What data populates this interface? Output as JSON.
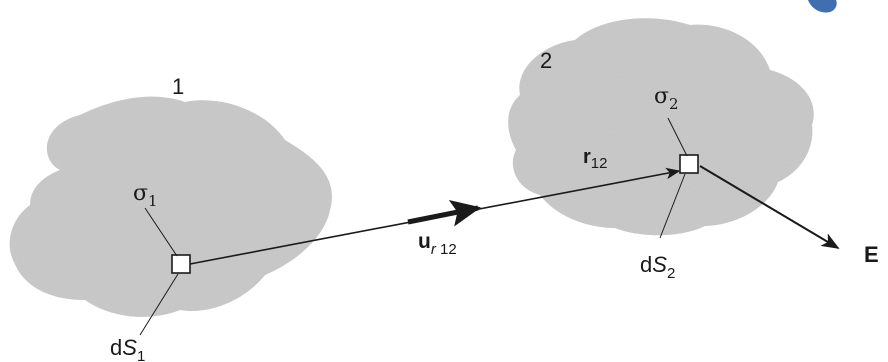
{
  "colors": {
    "blob_fill": "#c9c9c9",
    "ink": "#1a1a1a",
    "fragment": "#3f6fb0"
  },
  "charges": {
    "one": {
      "number": "1",
      "sigma_symbol": "σ",
      "sigma_subscript": "1",
      "element_prefix": "d",
      "element_var": "S",
      "element_subscript": "1"
    },
    "two": {
      "number": "2",
      "sigma_symbol": "σ",
      "sigma_subscript": "2",
      "element_prefix": "d",
      "element_var": "S",
      "element_subscript": "2"
    }
  },
  "vectors": {
    "r": {
      "symbol": "r",
      "subscript": "12"
    },
    "u": {
      "symbol": "u",
      "subscript_italic": "r",
      "subscript": " 12"
    },
    "field": {
      "symbol": "E"
    }
  }
}
